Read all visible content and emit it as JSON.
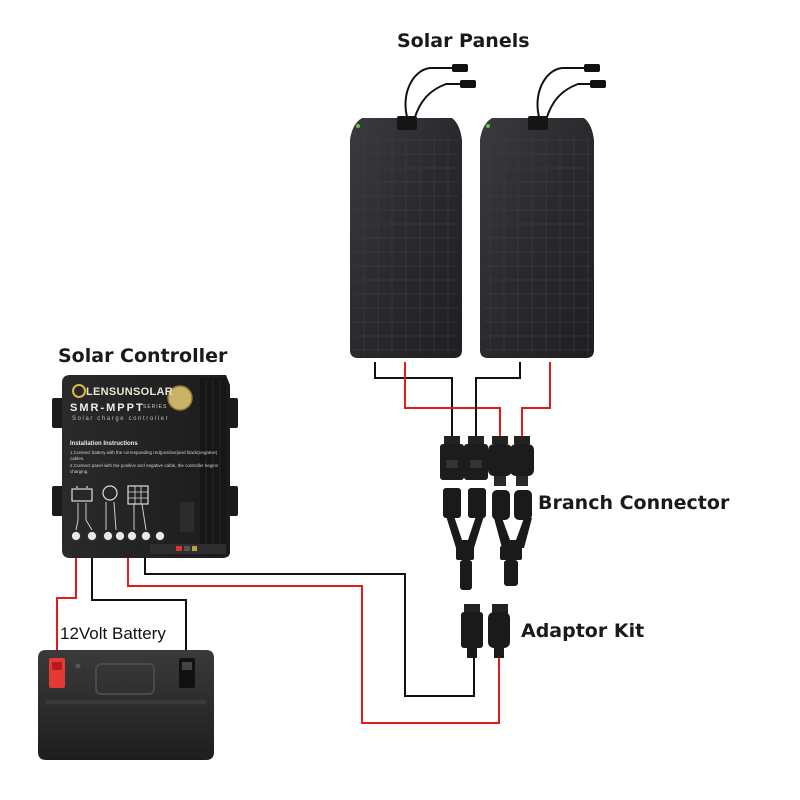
{
  "labels": {
    "solar_panels": "Solar Panels",
    "solar_controller": "Solar Controller",
    "branch_connector": "Branch Connector",
    "adaptor_kit": "Adaptor Kit",
    "battery": "12Volt Battery"
  },
  "controller": {
    "brand": "LENSUNSOLAR",
    "model": "SMR-MPPT",
    "series": "SERIES",
    "subtitle": "Solar charge controller",
    "instructions_title": "Installation Instructions",
    "instruction_1": "1.Connect battery with the corresponding red(positive)and black(negative) cables.",
    "instruction_2": "2.Connect panel with the positive and negative cable, the controller begins charging."
  },
  "colors": {
    "positive_wire": "#e41b1b",
    "negative_wire": "#111111",
    "panel": "#2b2b2f",
    "controller": "#222222",
    "battery_body": "#2a2a2a",
    "battery_positive_terminal": "#e53935"
  }
}
